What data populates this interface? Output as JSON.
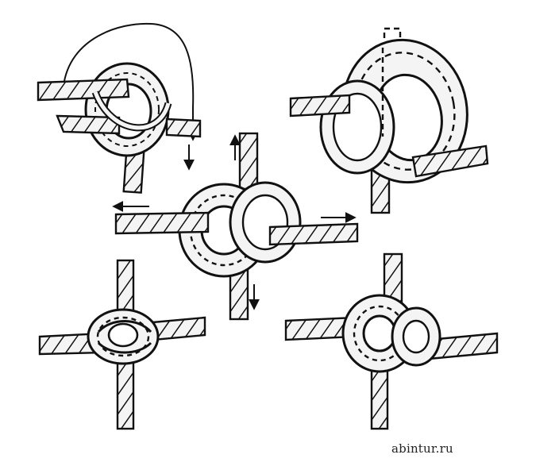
{
  "watermark": {
    "text": "abintur.ru"
  },
  "figures": [
    {
      "id": "step-1",
      "stage": 1
    },
    {
      "id": "step-2",
      "stage": 2
    },
    {
      "id": "step-3",
      "stage": 3
    },
    {
      "id": "step-4",
      "stage": 4
    },
    {
      "id": "step-5",
      "stage": 5
    }
  ],
  "colors": {
    "line": "#111111",
    "rope_fill": "#f4f4f4",
    "background": "#ffffff"
  }
}
